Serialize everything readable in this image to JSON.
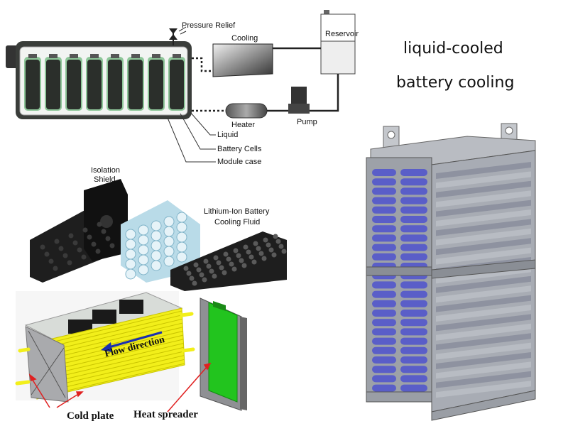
{
  "title": {
    "line1": "liquid-cooled",
    "line2": "battery cooling"
  },
  "schematic": {
    "pressure_relief": "Pressure Relief",
    "cooling": "Cooling",
    "reservoir": "Reservoir",
    "heater": "Heater",
    "pump": "Pump",
    "liquid": "Liquid",
    "battery_cells": "Battery Cells",
    "module_case": "Module case",
    "cell_count": 8
  },
  "exploded_view": {
    "isolation_shield_line1": "Isolation",
    "isolation_shield_line2": "Shield",
    "fluid_line1": "Lithium-Ion Battery",
    "fluid_line2": "Cooling Fluid"
  },
  "cold_plate_view": {
    "flow_direction": "Flow direction",
    "cold_plate": "Cold plate",
    "heat_spreader": "Heat spreader"
  },
  "colors": {
    "cell_dark": "#2b2f2b",
    "cell_green_edge": "#8fc79a",
    "cold_plate_yellow": "#f2ef1a",
    "heat_spreader_green": "#22c41e",
    "arrow_red": "#e02020",
    "flow_arrow_blue": "#1a2fb0",
    "rack_frame": "#a8acb4",
    "rack_cells_blue": "#5a5ec8"
  }
}
